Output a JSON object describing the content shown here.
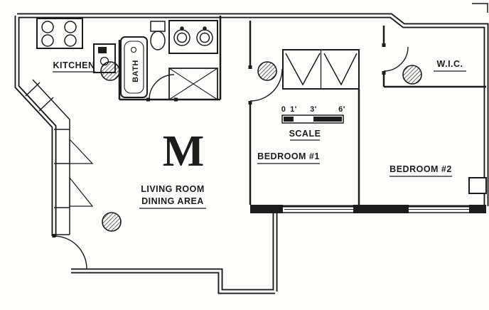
{
  "unit_mark": "M",
  "rooms": {
    "kitchen": "KITCHEN",
    "bath": "BATH",
    "wic": "W.I.C.",
    "living_room": "LIVING ROOM",
    "dining_area": "DINING AREA",
    "bedroom1": "BEDROOM #1",
    "bedroom2": "BEDROOM #2"
  },
  "scale": {
    "label": "SCALE",
    "ticks": [
      "0",
      "1'",
      "3'",
      "6'"
    ]
  },
  "icons": {
    "ceiling_fixture": "hatched-circle",
    "door_swing": "quarter-arc",
    "closet_shelving": "x-box",
    "bifold_door": "v-chevron"
  },
  "colors": {
    "ink": "#1c1c1c",
    "paper": "#fdfdfb"
  }
}
